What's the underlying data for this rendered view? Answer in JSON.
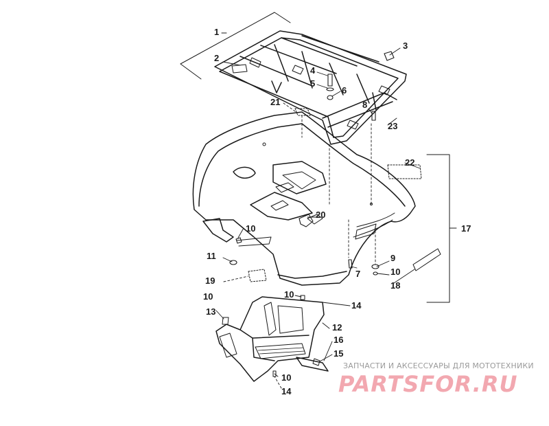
{
  "callouts": {
    "c1": "1",
    "c2": "2",
    "c3": "3",
    "c4": "4",
    "c5": "5",
    "c6": "6",
    "c7": "7",
    "c8": "8",
    "c9": "9",
    "c10a": "10",
    "c10b": "10",
    "c10c": "10",
    "c10d": "10",
    "c10e": "10",
    "c11": "11",
    "c12": "12",
    "c13": "13",
    "c14a": "14",
    "c14b": "14",
    "c15": "15",
    "c16": "16",
    "c17": "17",
    "c18": "18",
    "c19": "19",
    "c20": "20",
    "c21": "21",
    "c22": "22",
    "c23": "23"
  },
  "watermark": {
    "tagline": "ЗАПЧАСТИ И АКСЕССУАРЫ ДЛЯ МОТОТЕХНИКИ",
    "logo": "PARTSFOR.RU"
  }
}
